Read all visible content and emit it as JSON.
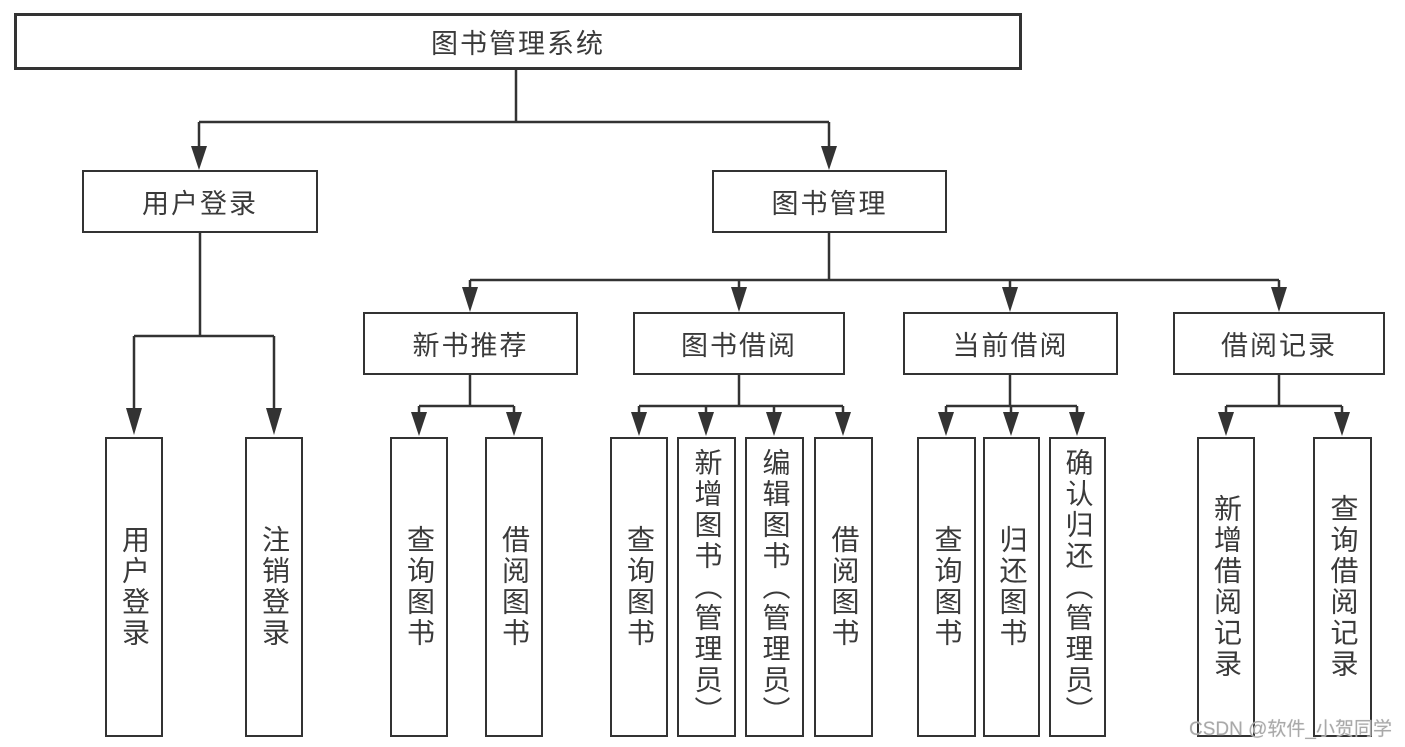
{
  "diagram_type": "hierarchy-flowchart",
  "colors": {
    "background": "#ffffff",
    "box_border": "#333333",
    "line": "#333333",
    "text": "#3a3a3a",
    "watermark": "#a9a9a9"
  },
  "nodes": {
    "root": "图书管理系统",
    "level1": [
      "用户登录",
      "图书管理"
    ],
    "level2": [
      "新书推荐",
      "图书借阅",
      "当前借阅",
      "借阅记录"
    ],
    "leaves": {
      "user_login": [
        "用户登录",
        "注销登录"
      ],
      "new_book": [
        "查询图书",
        "借阅图书"
      ],
      "book_borrow": [
        "查询图书",
        "新增图书（管理员）",
        "编辑图书（管理员）",
        "借阅图书"
      ],
      "current_borrow": [
        "查询图书",
        "归还图书",
        "确认归还（管理员）"
      ],
      "borrow_record": [
        "新增借阅记录",
        "查询借阅记录"
      ]
    }
  },
  "watermark": "CSDN @软件_小贺同学"
}
